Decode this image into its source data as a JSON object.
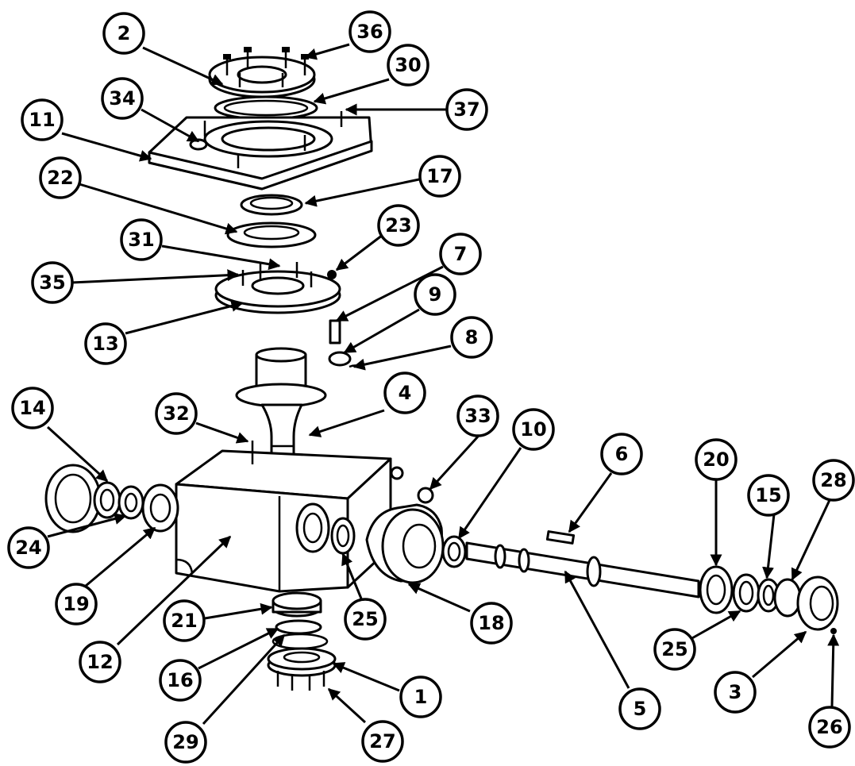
{
  "callouts": [
    {
      "label": "1"
    },
    {
      "label": "2"
    },
    {
      "label": "3"
    },
    {
      "label": "4"
    },
    {
      "label": "5"
    },
    {
      "label": "6"
    },
    {
      "label": "7"
    },
    {
      "label": "8"
    },
    {
      "label": "9"
    },
    {
      "label": "10"
    },
    {
      "label": "11"
    },
    {
      "label": "12"
    },
    {
      "label": "13"
    },
    {
      "label": "14"
    },
    {
      "label": "15"
    },
    {
      "label": "16"
    },
    {
      "label": "17"
    },
    {
      "label": "18"
    },
    {
      "label": "19"
    },
    {
      "label": "20"
    },
    {
      "label": "21"
    },
    {
      "label": "22"
    },
    {
      "label": "23"
    },
    {
      "label": "24"
    },
    {
      "label": "25"
    },
    {
      "label": "25"
    },
    {
      "label": "26"
    },
    {
      "label": "27"
    },
    {
      "label": "28"
    },
    {
      "label": "29"
    },
    {
      "label": "30"
    },
    {
      "label": "31"
    },
    {
      "label": "32"
    },
    {
      "label": "33"
    },
    {
      "label": "34"
    },
    {
      "label": "35"
    },
    {
      "label": "36"
    },
    {
      "label": "37"
    }
  ],
  "colors": {
    "ink": "#000000",
    "paper": "#ffffff"
  }
}
